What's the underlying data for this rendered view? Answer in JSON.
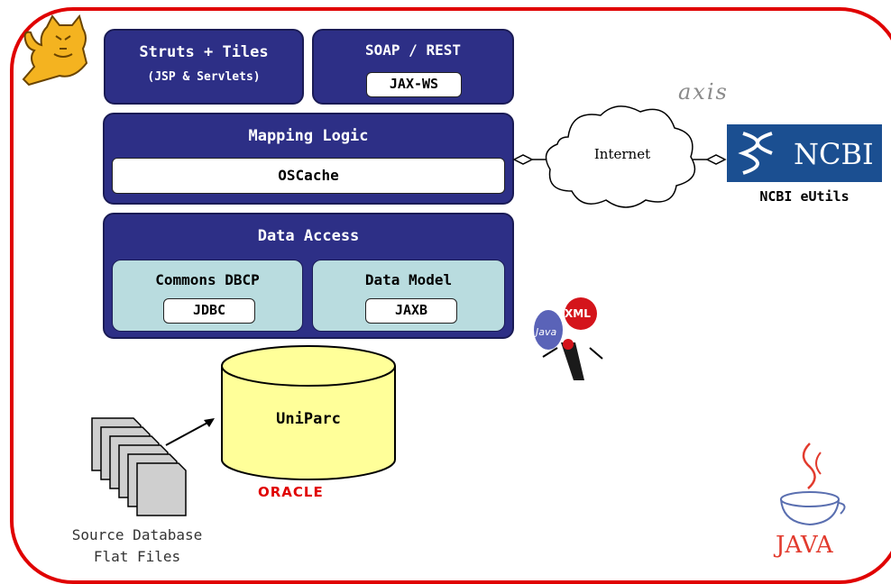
{
  "web_layer": {
    "title": "Struts + Tiles",
    "subtitle": "(JSP & Servlets)"
  },
  "service_layer": {
    "title": "SOAP / REST",
    "api": "JAX-WS"
  },
  "mapping_layer": {
    "title": "Mapping Logic",
    "cache": "OSCache"
  },
  "data_layer": {
    "title": "Data Access",
    "pool": {
      "title": "Commons DBCP",
      "api": "JDBC"
    },
    "model": {
      "title": "Data Model",
      "api": "JAXB"
    }
  },
  "database": {
    "title": "UniParc",
    "vendor": "ORACLE"
  },
  "internet": {
    "label": "Internet"
  },
  "axis_logo": {
    "label": "axis"
  },
  "ncbi": {
    "logo_text": "NCBI",
    "caption": "NCBI eUtils"
  },
  "flat_files": {
    "line1": "Source Database",
    "line2": "Flat Files"
  },
  "java_logo": {
    "label": "JAVA"
  },
  "java_xml_badge": {
    "java": "Java",
    "xml": "XML"
  },
  "colors": {
    "frame": "#e00000",
    "layer": "#2d2f86",
    "sublayer": "#b9dcdf",
    "database": "#ffff99",
    "ncbi": "#1b4f91"
  }
}
